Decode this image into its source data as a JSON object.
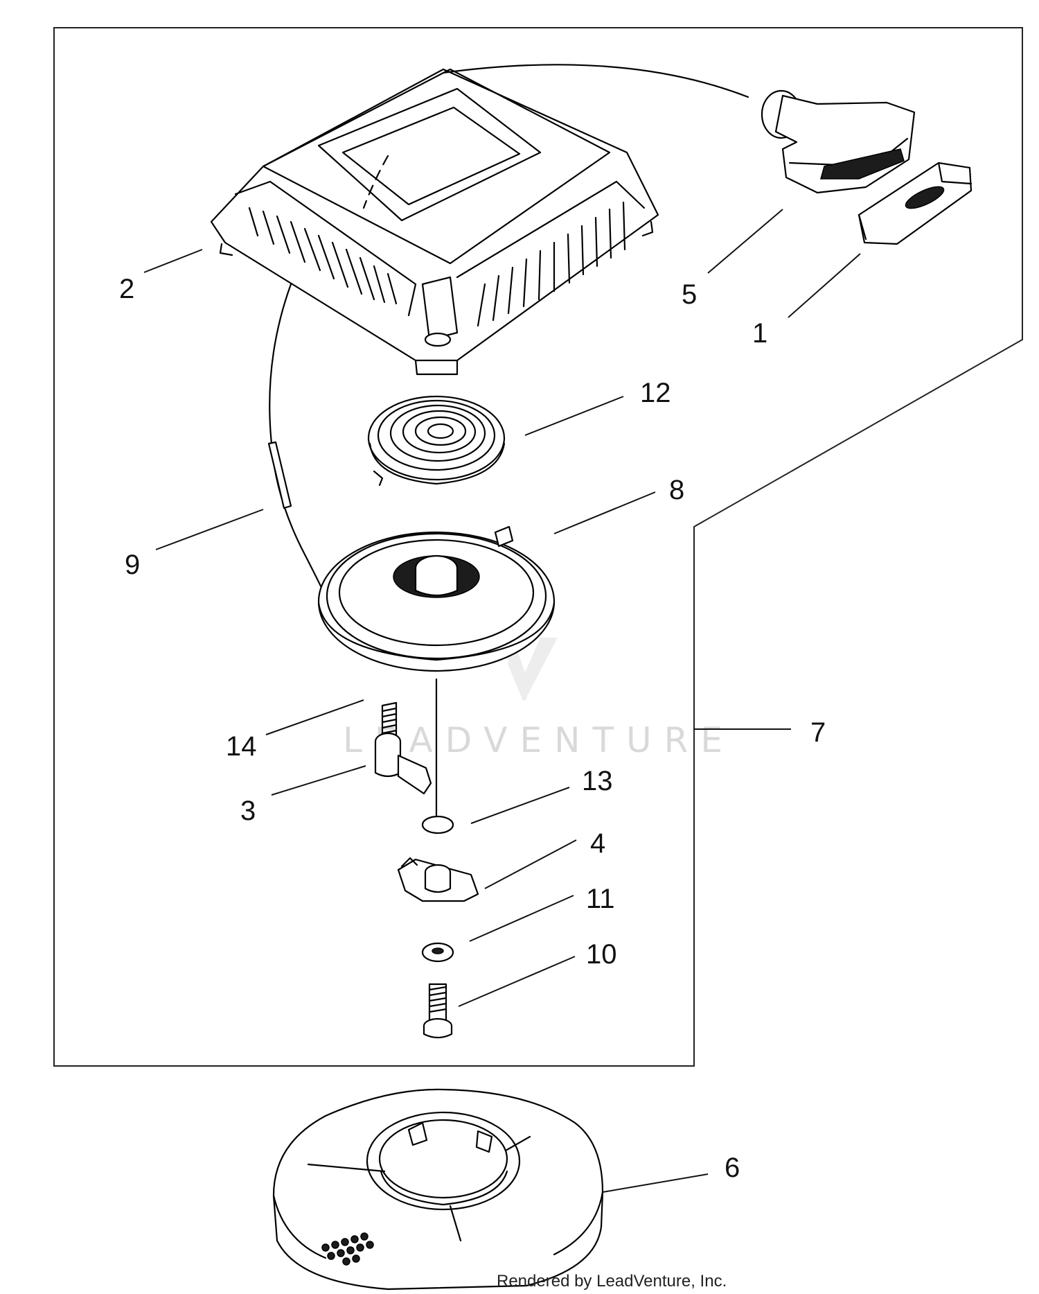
{
  "callouts": [
    {
      "label": "1"
    },
    {
      "label": "2"
    },
    {
      "label": "3"
    },
    {
      "label": "4"
    },
    {
      "label": "5"
    },
    {
      "label": "6"
    },
    {
      "label": "7"
    },
    {
      "label": "8"
    },
    {
      "label": "9"
    },
    {
      "label": "10"
    },
    {
      "label": "11"
    },
    {
      "label": "12"
    },
    {
      "label": "13"
    },
    {
      "label": "14"
    }
  ],
  "watermark": "LEADVENTURE",
  "credit": "Rendered by LeadVenture, Inc.",
  "colors": {
    "ink": "#000000",
    "background": "#ffffff",
    "watermark": "#d9d9d9"
  }
}
